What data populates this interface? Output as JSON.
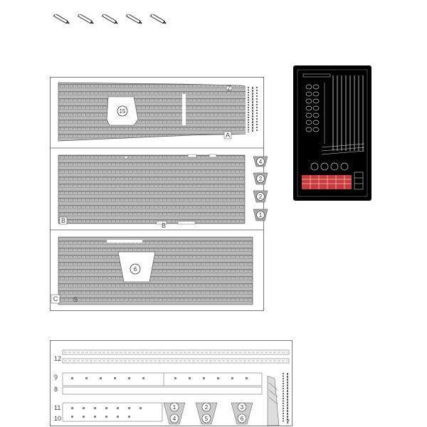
{
  "pencil_icons": [
    "pencil-icon",
    "pencil-icon",
    "pencil-icon",
    "pencil-icon",
    "pencil-icon"
  ],
  "deck_sheet": {
    "panel_a": {
      "corner_label": "A",
      "num_label": "Z",
      "part_badge": "15"
    },
    "panel_b": {
      "corner_label": "B",
      "num_label": "B",
      "badges": [
        "4",
        "2",
        "2",
        "1"
      ]
    },
    "panel_c": {
      "corner_label": "C",
      "num_label": "S",
      "part_badge": "6"
    }
  },
  "lower_sheet": {
    "row_numbers": [
      "12",
      "9",
      "8",
      "11",
      "10"
    ],
    "badges": [
      "1",
      "2",
      "3",
      "4",
      "5",
      "6"
    ],
    "corner_number": "7"
  },
  "photo_etch": {
    "background": "#000000",
    "accent": "#c83c3c"
  }
}
